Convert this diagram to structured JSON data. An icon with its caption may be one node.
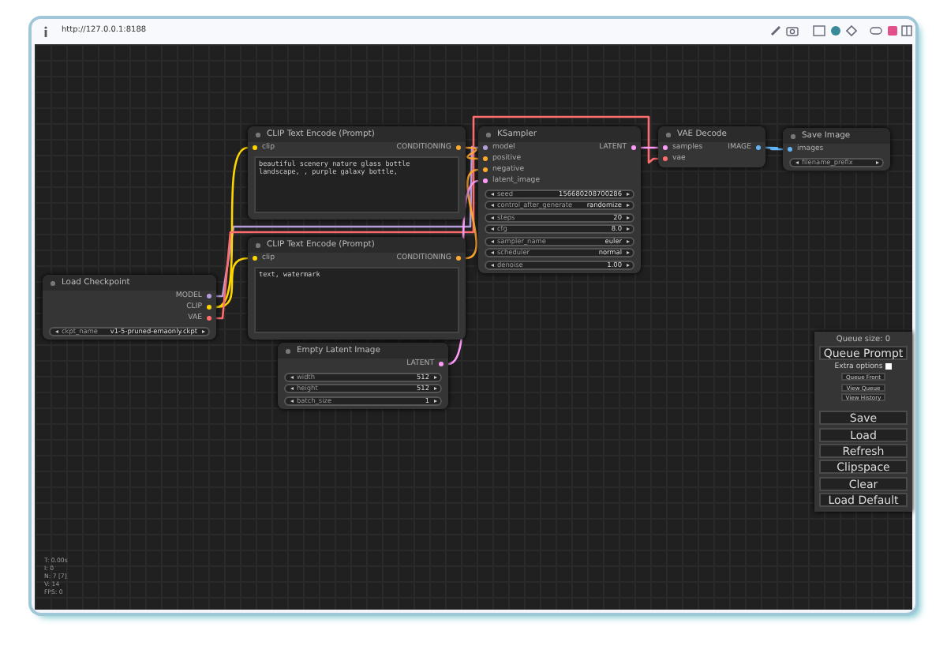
{
  "diagram": {
    "nodes": [
      {
        "text": [
          "Load Checkpoint",
          "MODEL",
          "CLIP",
          "VAE",
          "ckpt_name",
          "v1-5-pruned-emaonly.ckpt"
        ]
      },
      {
        "text": [
          "CLIP Text Encode (Prompt)",
          "clip",
          "CONDITIONING",
          "beautiful scenery nature glass bottle landscape, , purple galaxy bottle,"
        ]
      },
      {
        "text": [
          "CLIP Text Encode (Prompt)",
          "clip",
          "CONDITIONING",
          "text, watermark"
        ]
      },
      {
        "text": [
          "KSampler",
          "model",
          "positive",
          "negative",
          "latent_image",
          "LATENT",
          "seed",
          "156680208700286",
          "control_after_generate",
          "randomize",
          "steps",
          "20",
          "cfg",
          "8.0",
          "sampler_name",
          "euler",
          "scheduler",
          "normal",
          "denoise",
          "1.00"
        ]
      },
      {
        "text": [
          "VAE Decode",
          "samples",
          "vae",
          "IMAGE"
        ]
      },
      {
        "text": [
          "Save Image",
          "images",
          "filename_prefix"
        ]
      },
      {
        "text": [
          "Empty Latent Image",
          "LATENT",
          "width",
          "512",
          "height",
          "512",
          "batch_size",
          "1"
        ]
      },
      {
        "text": [
          "Queue size: 0",
          "Queue Prompt",
          "Extra options",
          "Queue Front",
          "View Queue",
          "View History",
          "Save",
          "Load",
          "Refresh",
          "Clipspace",
          "Clear",
          "Load Default"
        ]
      }
    ],
    "edges": [
      {
        "from": 0,
        "to": 3,
        "arrow": "none",
        "color": "#b39ddb"
      },
      {
        "from": 0,
        "to": 1,
        "arrow": "none",
        "color": "#ffd500"
      },
      {
        "from": 0,
        "to": 2,
        "arrow": "none",
        "color": "#ffd500"
      },
      {
        "from": 0,
        "to": 4,
        "arrow": "none",
        "color": "#ff6e6e"
      },
      {
        "from": 1,
        "to": 3,
        "arrow": "none",
        "color": "#ffa931"
      },
      {
        "from": 2,
        "to": 3,
        "arrow": "none",
        "color": "#ffa931"
      },
      {
        "from": 6,
        "to": 3,
        "arrow": "none",
        "color": "#ff9cf9"
      },
      {
        "from": 3,
        "to": 4,
        "arrow": "none",
        "color": "#ff9cf9"
      },
      {
        "from": 4,
        "to": 5,
        "arrow": "none",
        "color": "#64b5f6"
      }
    ],
    "labels": [
      "http://127.0.0.1:8188",
      "T: 0.00s",
      "I: 0",
      "N: 7 [7]",
      "V: 14",
      "FPS: 0"
    ]
  }
}
